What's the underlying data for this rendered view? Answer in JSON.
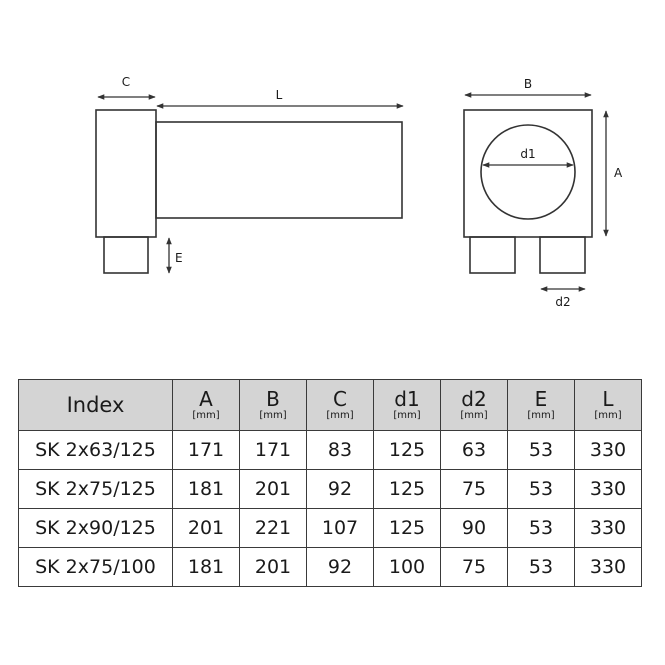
{
  "drawing": {
    "labels": {
      "c": "C",
      "l": "L",
      "e": "E",
      "b": "B",
      "a": "A",
      "d1": "d1",
      "d2": "d2"
    },
    "line_color": "#333333"
  },
  "table": {
    "header_bg": "#d4d4d4",
    "index_header": "Index",
    "columns": [
      {
        "label": "A",
        "unit": "[mm]"
      },
      {
        "label": "B",
        "unit": "[mm]"
      },
      {
        "label": "C",
        "unit": "[mm]"
      },
      {
        "label": "d1",
        "unit": "[mm]"
      },
      {
        "label": "d2",
        "unit": "[mm]"
      },
      {
        "label": "E",
        "unit": "[mm]"
      },
      {
        "label": "L",
        "unit": "[mm]"
      }
    ],
    "rows": [
      {
        "index": "SK 2x63/125",
        "values": [
          "171",
          "171",
          "83",
          "125",
          "63",
          "53",
          "330"
        ]
      },
      {
        "index": "SK 2x75/125",
        "values": [
          "181",
          "201",
          "92",
          "125",
          "75",
          "53",
          "330"
        ]
      },
      {
        "index": "SK 2x90/125",
        "values": [
          "201",
          "221",
          "107",
          "125",
          "90",
          "53",
          "330"
        ]
      },
      {
        "index": "SK 2x75/100",
        "values": [
          "181",
          "201",
          "92",
          "100",
          "75",
          "53",
          "330"
        ]
      }
    ]
  }
}
